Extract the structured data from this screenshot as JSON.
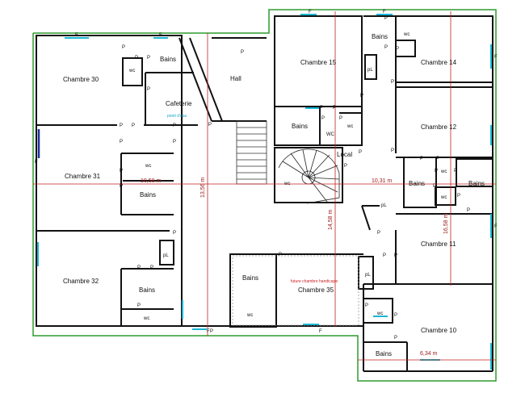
{
  "rooms": {
    "chambre30": "Chambre 30",
    "chambre31": "Chambre 31",
    "chambre32": "Chambre 32",
    "chambre15": "Chambre 15",
    "chambre14": "Chambre 14",
    "chambre12": "Chambre 12",
    "chambre11": "Chambre 11",
    "chambre10": "Chambre 10",
    "chambre35": "Chambre 35",
    "hall": "Hall",
    "cafeterie": "Cafeterie",
    "local": "Local"
  },
  "labels": {
    "bains": "Bains",
    "wc": "wc",
    "wc_upper": "WC",
    "pl": "pL",
    "p": "P",
    "f": "F",
    "point_eau": "point d'eau",
    "future_chambre": "future chambre handicape"
  },
  "dimensions": {
    "horizontal_left": "10,58 m",
    "horizontal_right": "10,31 m",
    "vertical_center": "13,56 m",
    "vertical_mid": "14,58 m",
    "vertical_right": "16,58 m",
    "horizontal_bottom": "6,34 m"
  },
  "colors": {
    "outer_wall": "#2e9c2e",
    "wall": "#111111",
    "dimension": "#c02020",
    "window": "#19b7d4",
    "dark_window": "#1a2f9a"
  }
}
